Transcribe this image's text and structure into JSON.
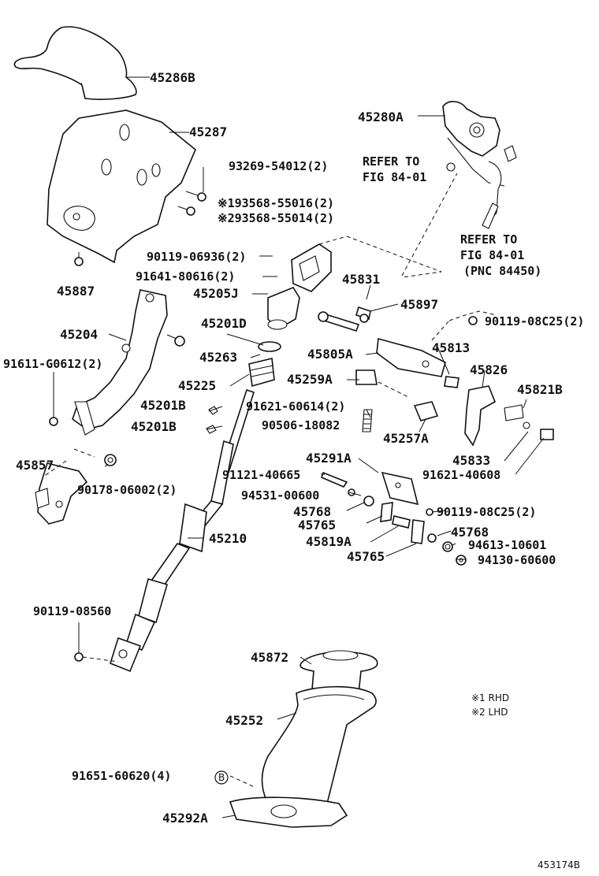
{
  "figure_code": "453174B",
  "legend": {
    "rhd": "※1 RHD",
    "lhd": "※2 LHD"
  },
  "refer": {
    "refer_a_line1": "REFER TO",
    "refer_a_line2": "FIG 84-01",
    "refer_b_line1": "REFER TO",
    "refer_b_line2": "FIG 84-01",
    "refer_b_line3": "(PNC 84450)"
  },
  "circled_marker": "B",
  "labels": {
    "p45286B": "45286B",
    "p45287": "45287",
    "p93269": "93269-54012(2)",
    "p193568": "※193568-55016(2)",
    "p293568": "※293568-55014(2)",
    "p45887": "45887",
    "p90119_06936": "90119-06936(2)",
    "p91641": "91641-80616(2)",
    "p45205J": "45205J",
    "p45831": "45831",
    "p45897": "45897",
    "p90119_08C25a": "90119-08C25(2)",
    "p45204": "45204",
    "p45201D": "45201D",
    "p45805A": "45805A",
    "p45813": "45813",
    "p45263": "45263",
    "p91611": "91611-G0612(2)",
    "p45225": "45225",
    "p45259A": "45259A",
    "p45826": "45826",
    "p45821B": "45821B",
    "p45201Ba": "45201B",
    "p91621_60614": "91621-60614(2)",
    "p45201Bb": "45201B",
    "p90506": "90506-18082",
    "p45257A": "45257A",
    "p45833": "45833",
    "p45857": "45857",
    "p45291A": "45291A",
    "p91621_60608": "91621-40608",
    "p91121": "91121-40665",
    "p90178": "90178-06002(2)",
    "p94531": "94531-00600",
    "p45768a": "45768",
    "p90119_08C25b": "90119-08C25(2)",
    "p45765a": "45765",
    "p45768b": "45768",
    "p45210": "45210",
    "p45819A": "45819A",
    "p94613": "94613-10601",
    "p45765b": "45765",
    "p94130": "94130-60600",
    "p90119_08560": "90119-08560",
    "p45872": "45872",
    "p45252": "45252",
    "p91651": "91651-60620(4)",
    "p45292A": "45292A",
    "p45280A": "45280A"
  }
}
